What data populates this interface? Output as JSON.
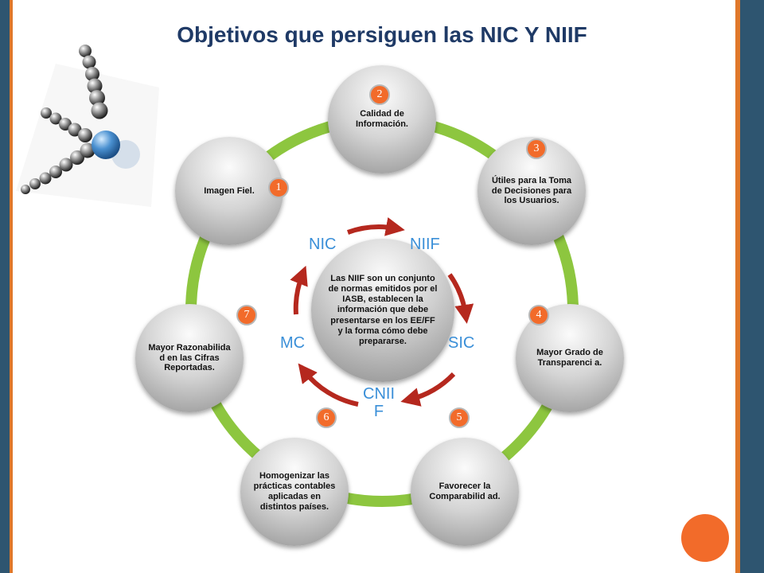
{
  "title": "Objetivos que persiguen las NIC Y NIIF",
  "center_text": "Las NIIF son un conjunto de normas emitidos por el IASB, establecen la información que debe presentarse en los EE/FF y la forma cómo debe prepararse.",
  "cycle_labels": {
    "nic": "NIC",
    "niif": "NIIF",
    "sic": "SIC",
    "cniif": "CNII F",
    "mc": "MC"
  },
  "objectives": [
    {
      "number": "1",
      "text": "Imagen Fiel."
    },
    {
      "number": "2",
      "text": "Calidad de Información."
    },
    {
      "number": "3",
      "text": "Útiles para la Toma de Decisiones para los Usuarios."
    },
    {
      "number": "4",
      "text": "Mayor Grado de Transparenci a."
    },
    {
      "number": "5",
      "text": "Favorecer la Comparabilid ad."
    },
    {
      "number": "6",
      "text": "Homogenizar las prácticas contables aplicadas en distintos países."
    },
    {
      "number": "7",
      "text": "Mayor Razonabilida d en las Cifras Reportadas."
    }
  ],
  "colors": {
    "ring": "#8dc63f",
    "arrows": "#b5281e",
    "badge": "#f26b2a",
    "title": "#1f3a66",
    "cycle_text": "#3a8fd8",
    "frame_blue": "#2e5570",
    "frame_orange": "#e0782a"
  }
}
